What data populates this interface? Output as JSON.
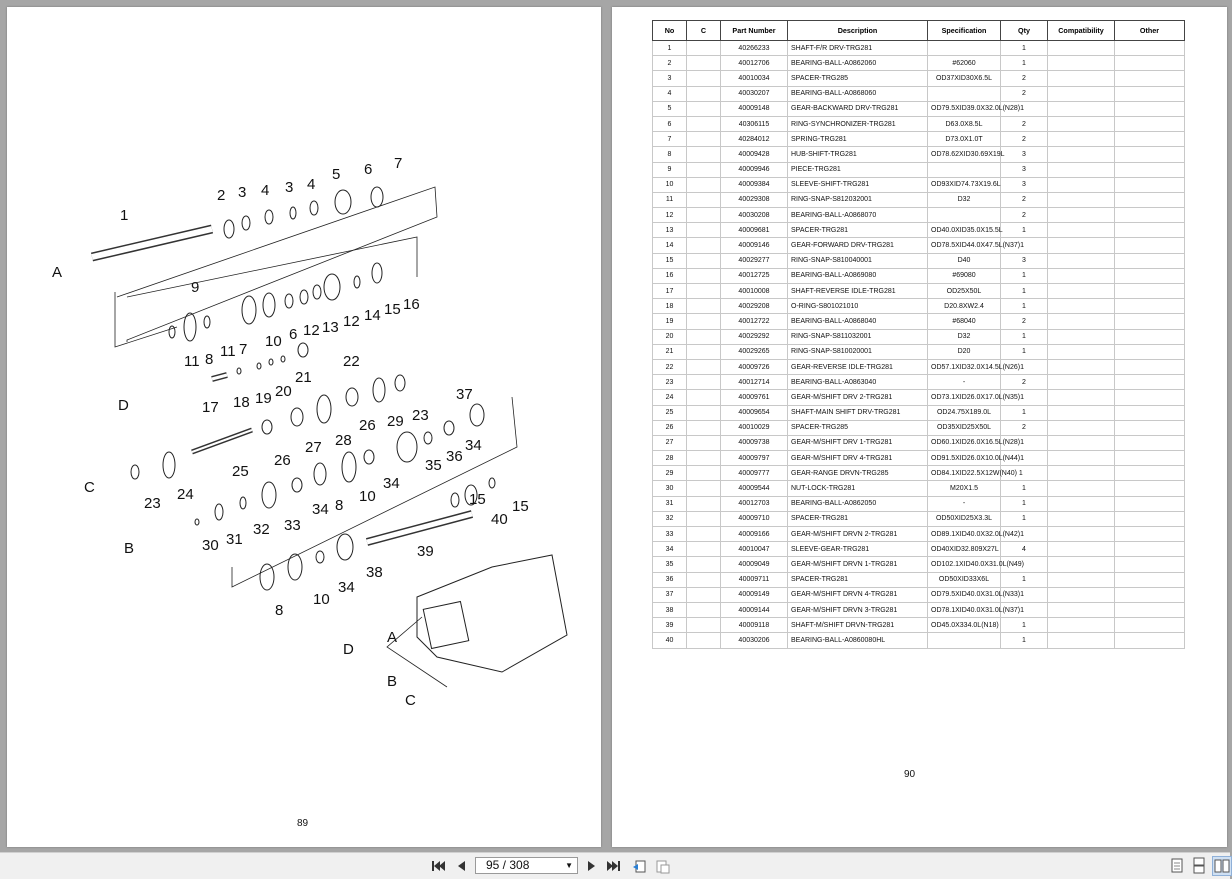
{
  "pages": {
    "left_number": "89",
    "right_number": "90"
  },
  "diagram": {
    "labels": [
      "1",
      "2",
      "3",
      "4",
      "3",
      "4",
      "5",
      "6",
      "7",
      "A",
      "9",
      "10",
      "6",
      "12",
      "13",
      "12",
      "14",
      "15",
      "16",
      "11",
      "8",
      "11",
      "7",
      "17",
      "18",
      "19",
      "20",
      "21",
      "22",
      "D",
      "37",
      "23",
      "29",
      "26",
      "28",
      "27",
      "26",
      "34",
      "25",
      "24",
      "23",
      "C",
      "36",
      "35",
      "34",
      "10",
      "8",
      "34",
      "33",
      "32",
      "31",
      "30",
      "B",
      "15",
      "40",
      "15",
      "39",
      "38",
      "34",
      "10",
      "8",
      "A",
      "D",
      "B",
      "C"
    ]
  },
  "table": {
    "headers": [
      "No",
      "C",
      "Part Number",
      "Description",
      "Specification",
      "Qty",
      "Compatibility",
      "Other"
    ],
    "rows": [
      [
        "1",
        "",
        "40266233",
        "SHAFT-F/R DRV-TRG281",
        "",
        "1",
        "",
        ""
      ],
      [
        "2",
        "",
        "40012706",
        "BEARING-BALL-A0862060",
        "#62060",
        "1",
        "",
        ""
      ],
      [
        "3",
        "",
        "40010034",
        "SPACER-TRG285",
        "OD37XID30X6.5L",
        "2",
        "",
        ""
      ],
      [
        "4",
        "",
        "40030207",
        "BEARING-BALL-A0868060",
        "",
        "2",
        "",
        ""
      ],
      [
        "5",
        "",
        "40009148",
        "GEAR-BACKWARD DRV-TRG281",
        "OD79.5XID39.0X32.0L(N28)1",
        "",
        "",
        ""
      ],
      [
        "6",
        "",
        "40306115",
        "RING-SYNCHRONIZER-TRG281",
        "D63.0X8.5L",
        "2",
        "",
        ""
      ],
      [
        "7",
        "",
        "40284012",
        "SPRING-TRG281",
        "D73.0X1.0T",
        "2",
        "",
        ""
      ],
      [
        "8",
        "",
        "40009428",
        "HUB-SHIFT-TRG281",
        "OD78.62XID30.69X19L",
        "3",
        "",
        ""
      ],
      [
        "9",
        "",
        "40009946",
        "PIECE-TRG281",
        "",
        "3",
        "",
        ""
      ],
      [
        "10",
        "",
        "40009384",
        "SLEEVE-SHIFT-TRG281",
        "OD93XID74.73X19.6L",
        "3",
        "",
        ""
      ],
      [
        "11",
        "",
        "40029308",
        "RING-SNAP-S812032001",
        "D32",
        "2",
        "",
        ""
      ],
      [
        "12",
        "",
        "40030208",
        "BEARING-BALL-A0868070",
        "",
        "2",
        "",
        ""
      ],
      [
        "13",
        "",
        "40009681",
        "SPACER-TRG281",
        "OD40.0XID35.0X15.5L",
        "1",
        "",
        ""
      ],
      [
        "14",
        "",
        "40009146",
        "GEAR-FORWARD DRV-TRG281",
        "OD78.5XID44.0X47.5L(N37)1",
        "",
        "",
        ""
      ],
      [
        "15",
        "",
        "40029277",
        "RING-SNAP-S810040001",
        "D40",
        "3",
        "",
        ""
      ],
      [
        "16",
        "",
        "40012725",
        "BEARING-BALL-A0869080",
        "#69080",
        "1",
        "",
        ""
      ],
      [
        "17",
        "",
        "40010008",
        "SHAFT-REVERSE IDLE-TRG281",
        "OD25X50L",
        "1",
        "",
        ""
      ],
      [
        "18",
        "",
        "40029208",
        "O-RING-S801021010",
        "D20.8XW2.4",
        "1",
        "",
        ""
      ],
      [
        "19",
        "",
        "40012722",
        "BEARING-BALL-A0868040",
        "#68040",
        "2",
        "",
        ""
      ],
      [
        "20",
        "",
        "40029292",
        "RING-SNAP-S811032001",
        "D32",
        "1",
        "",
        ""
      ],
      [
        "21",
        "",
        "40029265",
        "RING-SNAP-S810020001",
        "D20",
        "1",
        "",
        ""
      ],
      [
        "22",
        "",
        "40009726",
        "GEAR-REVERSE IDLE-TRG281",
        "OD57.1XID32.0X14.5L(N26)1",
        "",
        "",
        ""
      ],
      [
        "23",
        "",
        "40012714",
        "BEARING-BALL-A0863040",
        "-",
        "2",
        "",
        ""
      ],
      [
        "24",
        "",
        "40009761",
        "GEAR-M/SHIFT DRV 2-TRG281",
        "OD73.1XID26.0X17.0L(N35)1",
        "",
        "",
        ""
      ],
      [
        "25",
        "",
        "40009654",
        "SHAFT-MAIN SHIFT DRV-TRG281",
        "OD24.75X189.0L",
        "1",
        "",
        ""
      ],
      [
        "26",
        "",
        "40010029",
        "SPACER-TRG285",
        "OD35XID25X50L",
        "2",
        "",
        ""
      ],
      [
        "27",
        "",
        "40009738",
        "GEAR-M/SHIFT DRV 1-TRG281",
        "OD60.1XID26.0X16.5L(N28)1",
        "",
        "",
        ""
      ],
      [
        "28",
        "",
        "40009797",
        "GEAR-M/SHIFT DRV 4-TRG281",
        "OD91.5XID26.0X10.0L(N44)1",
        "",
        "",
        ""
      ],
      [
        "29",
        "",
        "40009777",
        "GEAR-RANGE DRVN-TRG285",
        "OD84.1XID22.5X12W(N40) 1",
        "",
        "",
        ""
      ],
      [
        "30",
        "",
        "40009544",
        "NUT-LOCK-TRG281",
        "M20X1.5",
        "1",
        "",
        ""
      ],
      [
        "31",
        "",
        "40012703",
        "BEARING-BALL-A0862050",
        "-",
        "1",
        "",
        ""
      ],
      [
        "32",
        "",
        "40009710",
        "SPACER-TRG281",
        "OD50XID25X3.3L",
        "1",
        "",
        ""
      ],
      [
        "33",
        "",
        "40009166",
        "GEAR-M/SHIFT DRVN 2-TRG281",
        "OD89.1XID40.0X32.0L(N42)1",
        "",
        "",
        ""
      ],
      [
        "34",
        "",
        "40010047",
        "SLEEVE-GEAR-TRG281",
        "OD40XID32.809X27L",
        "4",
        "",
        ""
      ],
      [
        "35",
        "",
        "40009049",
        "GEAR-M/SHIFT DRVN 1-TRG281",
        "OD102.1XID40.0X31.0L(N49)",
        "",
        "",
        ""
      ],
      [
        "36",
        "",
        "40009711",
        "SPACER-TRG281",
        "OD50XID33X6L",
        "1",
        "",
        ""
      ],
      [
        "37",
        "",
        "40009149",
        "GEAR-M/SHIFT DRVN 4-TRG281",
        "OD79.5XID40.0X31.0L(N33)1",
        "",
        "",
        ""
      ],
      [
        "38",
        "",
        "40009144",
        "GEAR-M/SHIFT DRVN 3-TRG281",
        "OD78.1XID40.0X31.0L(N37)1",
        "",
        "",
        ""
      ],
      [
        "39",
        "",
        "40009118",
        "SHAFT-M/SHIFT DRVN-TRG281",
        "OD45.0X334.0L(N18)",
        "1",
        "",
        ""
      ],
      [
        "40",
        "",
        "40030206",
        "BEARING-BALL-A0860080HL",
        "",
        "1",
        "",
        ""
      ]
    ]
  },
  "toolbar": {
    "page_indicator": "95 / 308"
  }
}
